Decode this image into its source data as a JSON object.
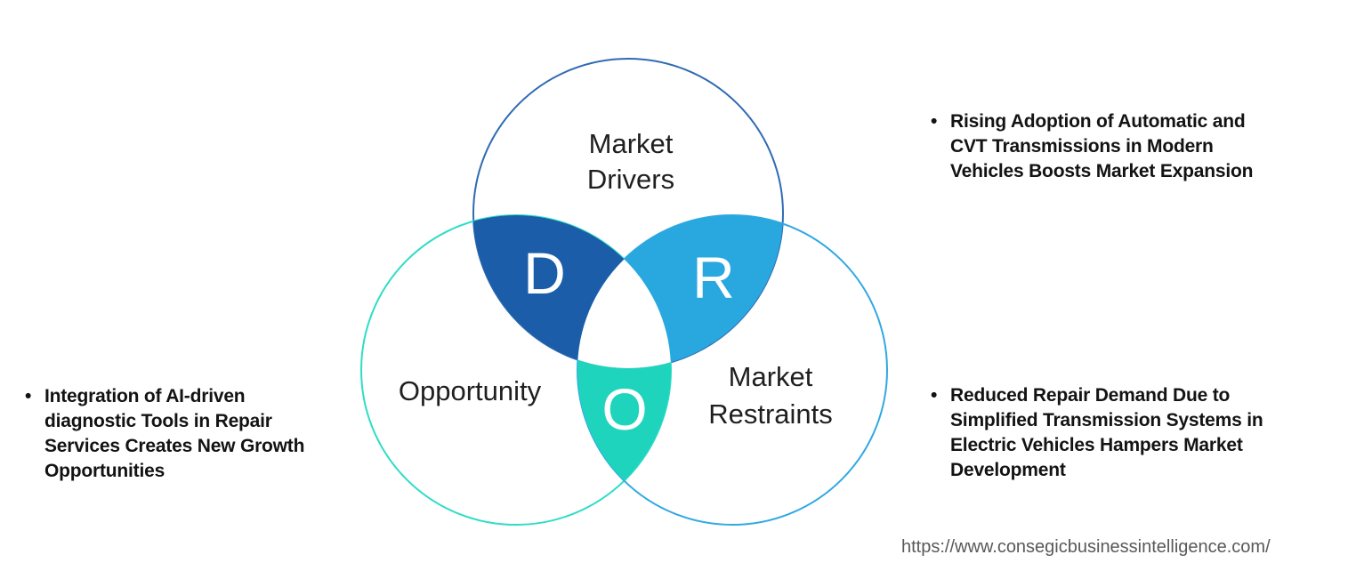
{
  "venn": {
    "circles": {
      "drivers": {
        "label_lines": [
          "Market",
          "Drivers"
        ],
        "stroke": "#2f6bb3"
      },
      "opportunity": {
        "label_lines": [
          "Opportunity"
        ],
        "stroke": "#2eddc6"
      },
      "restraints": {
        "label_lines": [
          "Market",
          "Restraints"
        ],
        "stroke": "#31a9e2"
      }
    },
    "overlaps": {
      "drivers_opportunity": {
        "letter": "D",
        "fill": "#1b5da9"
      },
      "drivers_restraints": {
        "letter": "R",
        "fill": "#29a8e0"
      },
      "opportunity_restraints": {
        "letter": "O",
        "fill": "#1fd4bd"
      },
      "center_fill": "#ffffff"
    },
    "label_color": "#1f1f1f",
    "letter_color": "#ffffff"
  },
  "notes": {
    "bullet_char": "•",
    "text_color": "#131313",
    "left": {
      "lines": [
        "Integration of AI-driven",
        "diagnostic Tools in Repair",
        "Services Creates New Growth",
        "Opportunities"
      ]
    },
    "right_top": {
      "lines": [
        "Rising Adoption of Automatic and",
        "CVT Transmissions in Modern",
        "Vehicles Boosts Market Expansion"
      ]
    },
    "right_bottom": {
      "lines": [
        "Reduced Repair Demand Due to",
        "Simplified Transmission Systems in",
        "Electric Vehicles Hampers Market",
        "Development"
      ]
    }
  },
  "footer": {
    "url": "https://www.consegicbusinessintelligence.com/",
    "color": "#58595b"
  }
}
